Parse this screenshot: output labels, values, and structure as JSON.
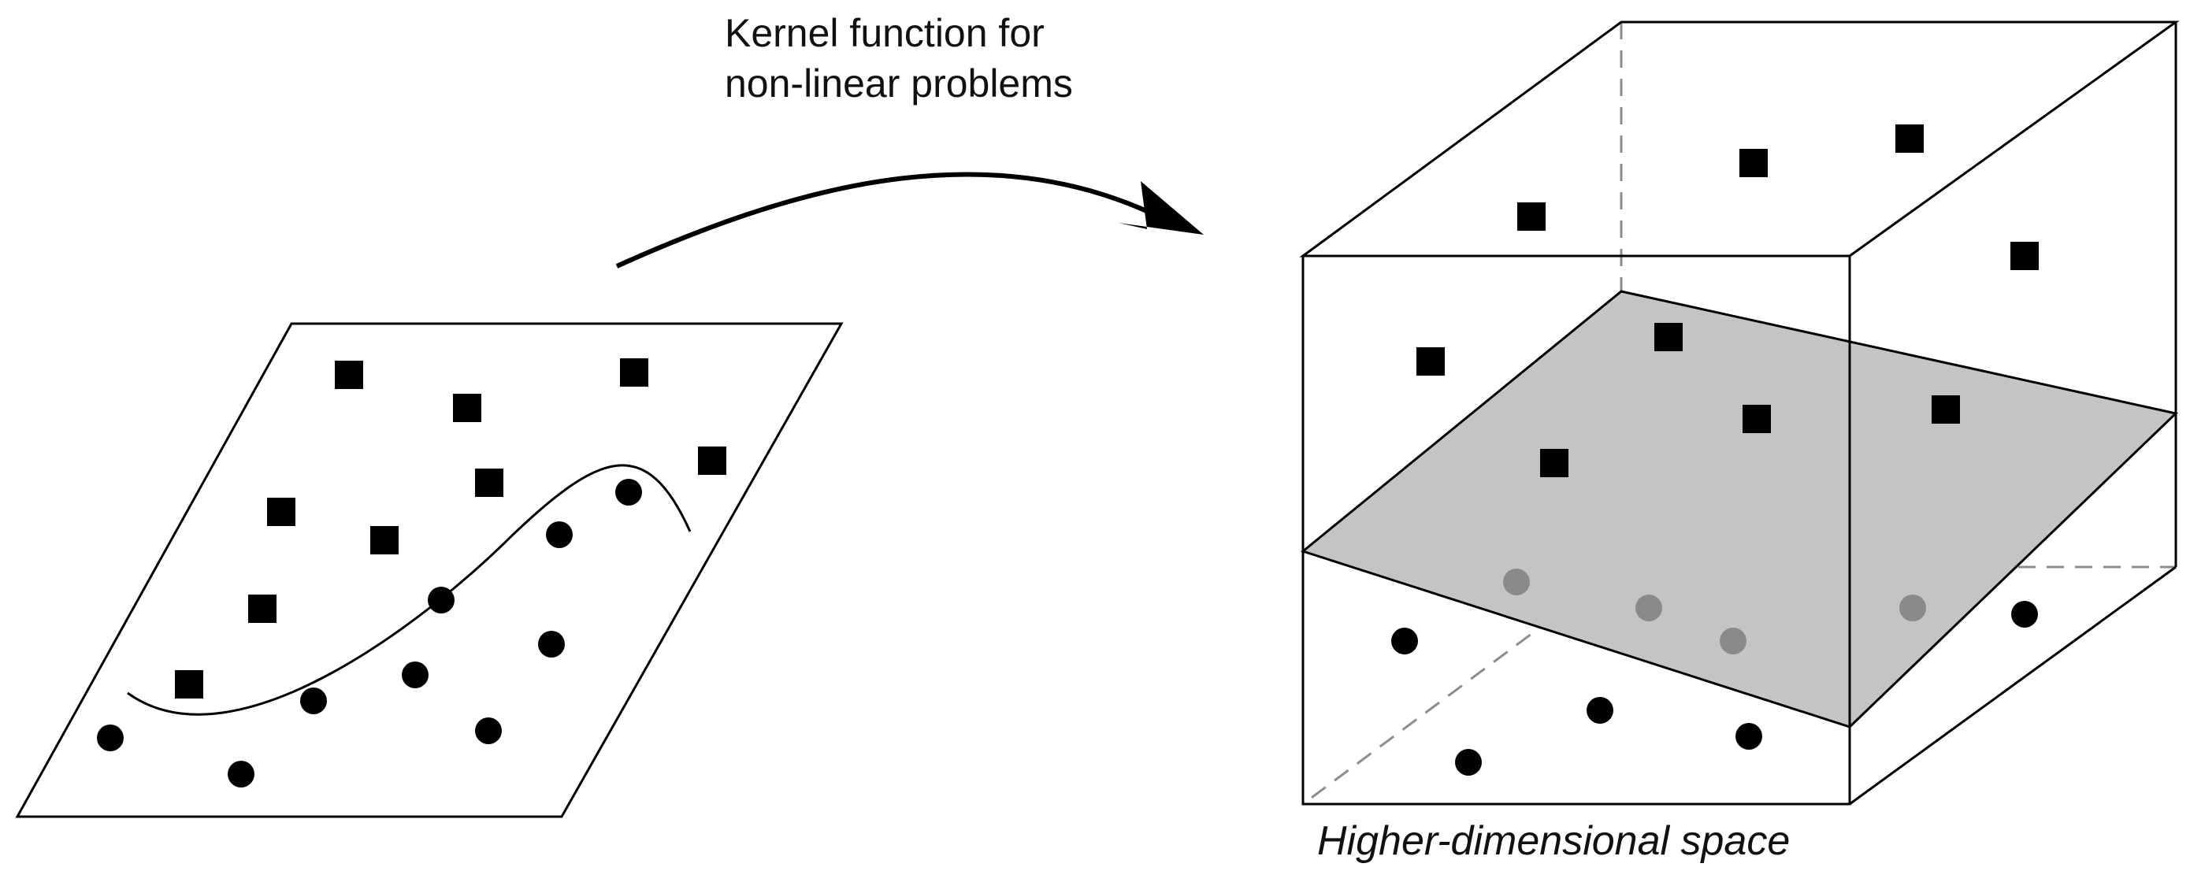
{
  "diagram": {
    "kernel_caption": {
      "line1": "Kernel function for",
      "line2": "non-linear problems"
    },
    "space_label": "Higher-dimensional space",
    "marker_colors": {
      "class_square": "#000000",
      "class_circle": "#000000",
      "projected_circle": "#8a8a8a",
      "hyperplane_fill": "#c4c4c4",
      "outline": "#000000",
      "hidden_edge": "#8c8c8c"
    },
    "icons": {
      "square_marker": "filled-square",
      "circle_marker": "filled-circle",
      "mapping_arrow": "curved-arrow"
    }
  }
}
